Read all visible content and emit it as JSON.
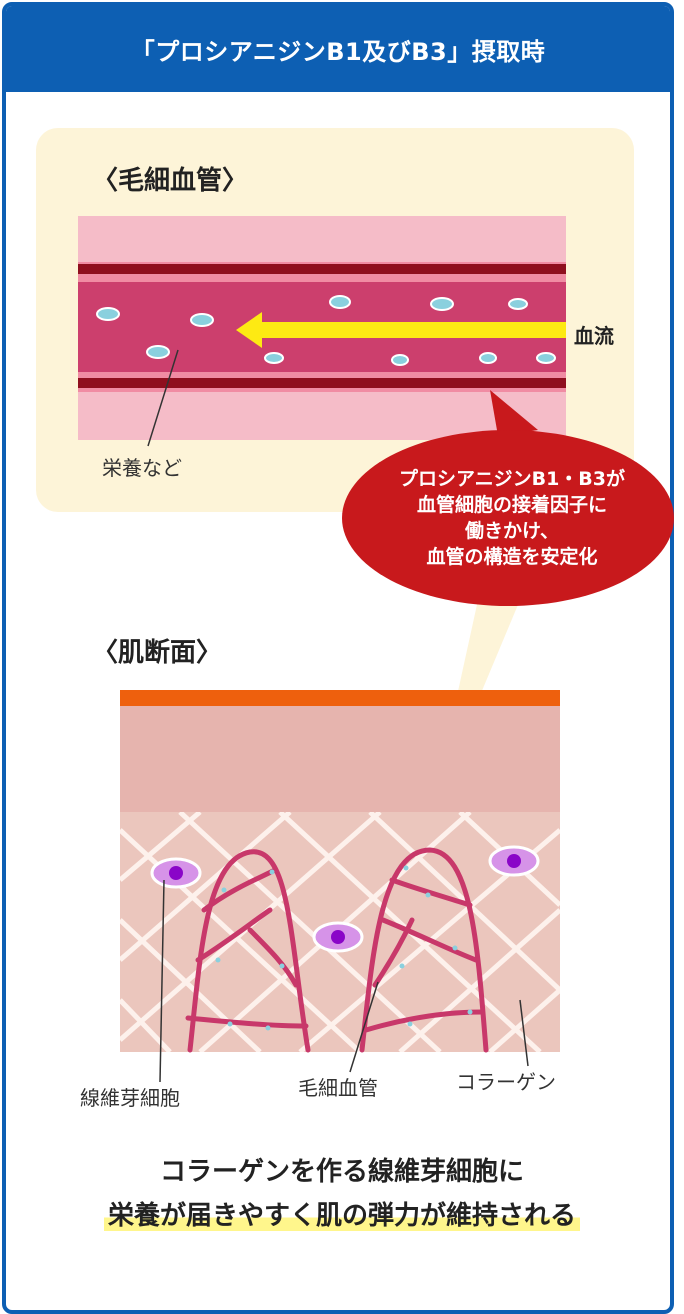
{
  "header": {
    "title": "「プロシアニジンB1及びB3」摂取時"
  },
  "capillary_section": {
    "title": "〈毛細血管〉",
    "blood_flow_label": "血流",
    "nutrient_label": "栄養など"
  },
  "balloon": {
    "lines": [
      "プロシアニジンB1・B3が",
      "血管細胞の接着因子に",
      "働きかけ、",
      "血管の構造を安定化"
    ]
  },
  "skin_section": {
    "title": "〈肌断面〉",
    "labels": {
      "fibroblast": "線維芽細胞",
      "capillary": "毛細血管",
      "collagen": "コラーゲン"
    }
  },
  "conclusion": {
    "line1": "コラーゲンを作る線維芽細胞に",
    "line2": "栄養が届きやすく肌の弾力が維持される"
  },
  "colors": {
    "frame": "#0d5fb3",
    "balloon": "#c8191c",
    "vessel": "#cc3f6d",
    "arrow": "#fdea13",
    "highlight": "#fff68c"
  }
}
